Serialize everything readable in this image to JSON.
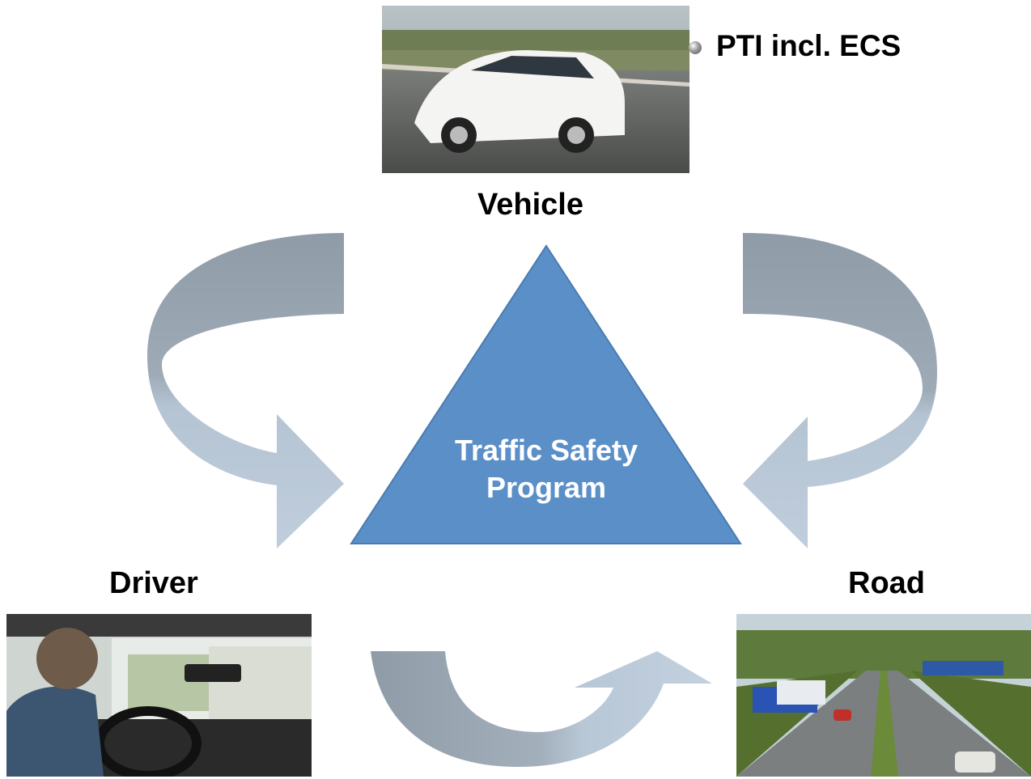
{
  "labels": {
    "vehicle": "Vehicle",
    "driver": "Driver",
    "road": "Road",
    "bullet_text": "PTI incl. ECS"
  },
  "center": {
    "line1": "Traffic Safety",
    "line2": "Program"
  },
  "photos": {
    "vehicle": "white-sedan-photo",
    "driver": "driver-cockpit-photo",
    "road": "motorway-photo"
  },
  "colors": {
    "triangle": "#5b8fc7",
    "arrow_dark": "#9aa7b3",
    "arrow_light": "#bccbdb"
  }
}
